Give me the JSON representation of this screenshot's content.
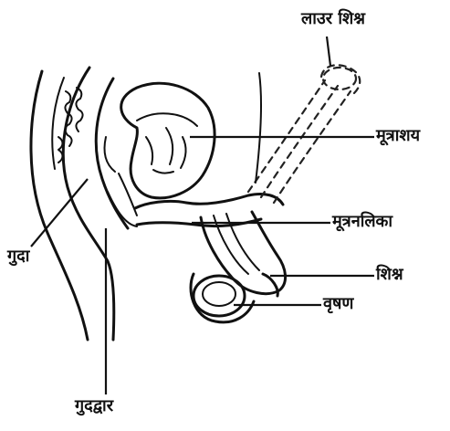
{
  "labels": {
    "erect_penis": "लाउर शिश्न",
    "bladder": "मूत्राशय",
    "urethra": "मूत्रनलिका",
    "penis": "शिश्न",
    "testis": "वृषण",
    "rectum": "गुदा",
    "anus": "गुदद्वार"
  },
  "colors": {
    "ink": "#111111",
    "background": "#ffffff"
  }
}
